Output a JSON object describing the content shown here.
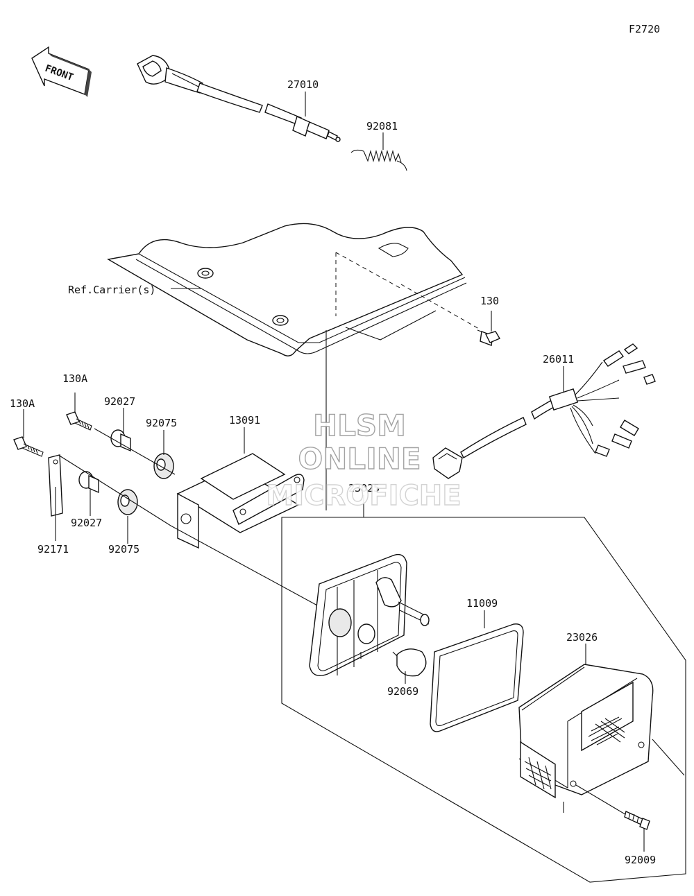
{
  "figure_code": "F2720",
  "front_label": "FRONT",
  "ref_label": "Ref.Carrier(s)",
  "watermark": {
    "line1": "HLSM",
    "line2": "ONLINE",
    "line3": "MICROFICHE"
  },
  "parts": {
    "p27010": "27010",
    "p92081": "92081",
    "p130": "130",
    "p26011": "26011",
    "p130a_1": "130A",
    "p130a_2": "130A",
    "p92027_1": "92027",
    "p92027_2": "92027",
    "p92075_1": "92075",
    "p92075_2": "92075",
    "p13091": "13091",
    "p23025": "23025",
    "p92171": "92171",
    "p11009": "11009",
    "p23026": "23026",
    "p92069": "92069",
    "p92009": "92009"
  }
}
